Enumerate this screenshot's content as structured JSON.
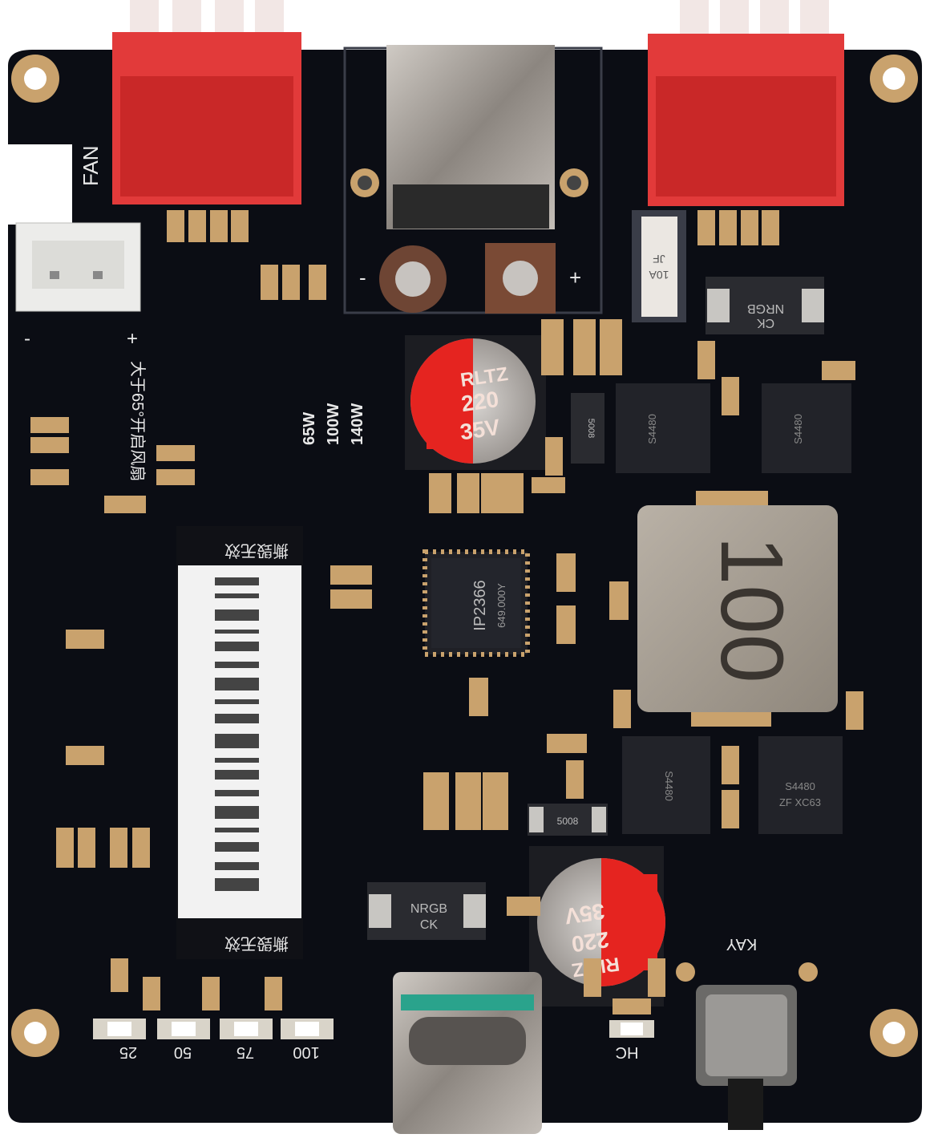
{
  "silkscreen": {
    "fan": "FAN",
    "minus": "-",
    "plus": "+",
    "power_modes": [
      "65W",
      "100W",
      "140W"
    ],
    "led_levels": [
      "25",
      "50",
      "75",
      "100"
    ],
    "hc": "HC",
    "kay": "KAY",
    "temp_note": "大于65°开启风扇",
    "warranty_top": "撕毁无效",
    "warranty_bottom": "撕毁无效"
  },
  "components": {
    "cap_top": [
      "RLTZ",
      "220",
      "35V"
    ],
    "cap_bottom": [
      "35V",
      "220",
      "RLTZ"
    ],
    "fuse": [
      "JF",
      "10A"
    ],
    "diode_top": [
      "NRGB",
      "CK"
    ],
    "diode_bottom": [
      "NRGB",
      "CK"
    ],
    "ic_main": [
      "IP2366",
      "649.000Y"
    ],
    "mosfet": [
      "S4480",
      "ZF XC63"
    ],
    "inductor": "100",
    "resistor_mid": "5008",
    "resistor_top": "5008"
  },
  "colors": {
    "board": "#0b0d14",
    "connector_red": "#e23a3a",
    "capacitor_red": "#e52420",
    "pad": "#c9a26d",
    "metal": "#9a9590"
  }
}
